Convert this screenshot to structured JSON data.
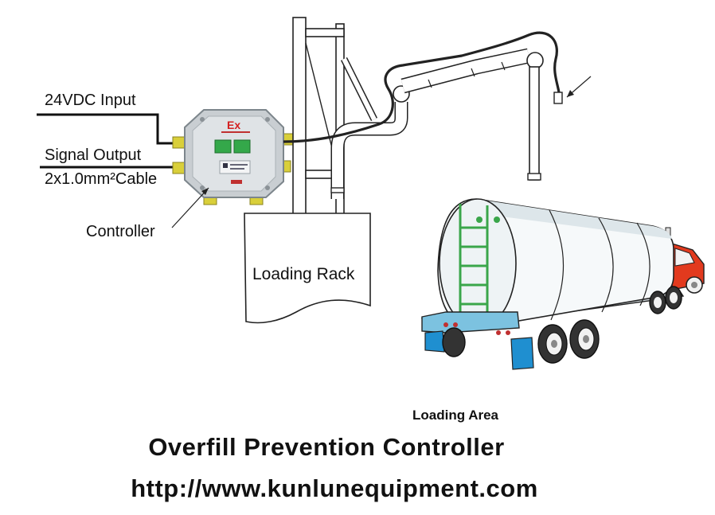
{
  "labels": {
    "input": "24VDC Input",
    "signal_output": "Signal Output",
    "cable": "2x1.0mm²Cable",
    "controller": "Controller",
    "loading_rack": "Loading Rack",
    "loading_area": "Loading Area"
  },
  "controller_box": {
    "ex_mark": "Ex"
  },
  "footer": {
    "title": "Overfill Prevention Controller",
    "url": "http://www.kunlunequipment.com"
  },
  "colors": {
    "controller_body": "#c9ced2",
    "controller_window": "#34a84a",
    "cable_gland": "#d9cf3a",
    "ex_mark": "#d42020",
    "tank_ladder": "#3aa64a",
    "truck_cab": "#e23a1e",
    "bumper": "#7cc2e0",
    "mudflap": "#1f8fd0",
    "outline": "#222222"
  }
}
